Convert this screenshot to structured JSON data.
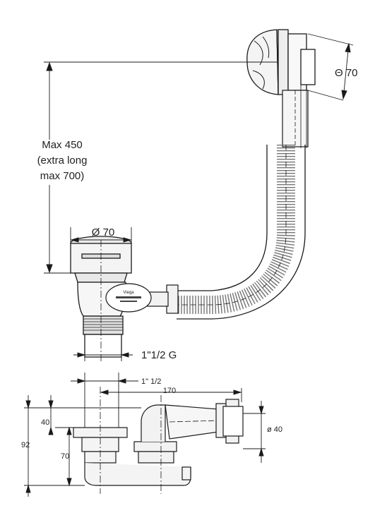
{
  "top_view": {
    "overflow_diameter": "Θ 70",
    "max_height": [
      "Max 450",
      "(extra long",
      "max 700)"
    ],
    "drain_diameter": "Ø 70",
    "thread": "1\"1/2 G",
    "brand": "Viega"
  },
  "bottom_view": {
    "dim_thread": "1\" 1/2",
    "dim_width": "170",
    "dim_pipe": "ø 40",
    "dim_total_height": "92",
    "dim_top": "40",
    "dim_lower": "70"
  },
  "colors": {
    "line": "#1a1a1a",
    "hatch": "#888888",
    "body": "#f2f2f2"
  }
}
